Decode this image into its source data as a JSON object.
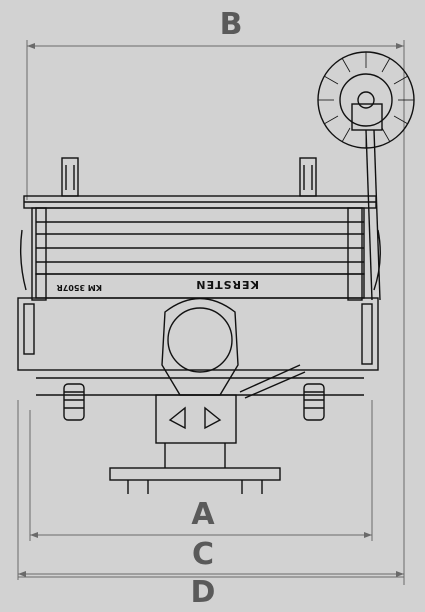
{
  "dimensions": {
    "a": "A",
    "b": "B",
    "c": "C",
    "d": "D"
  },
  "machine": {
    "brand": "KERSTEN",
    "model": "KM 3507R"
  },
  "colors": {
    "background": "#d2d2d2",
    "label": "#5a5a5a",
    "line": "#111111",
    "dim_line": "#6a6a6a"
  }
}
